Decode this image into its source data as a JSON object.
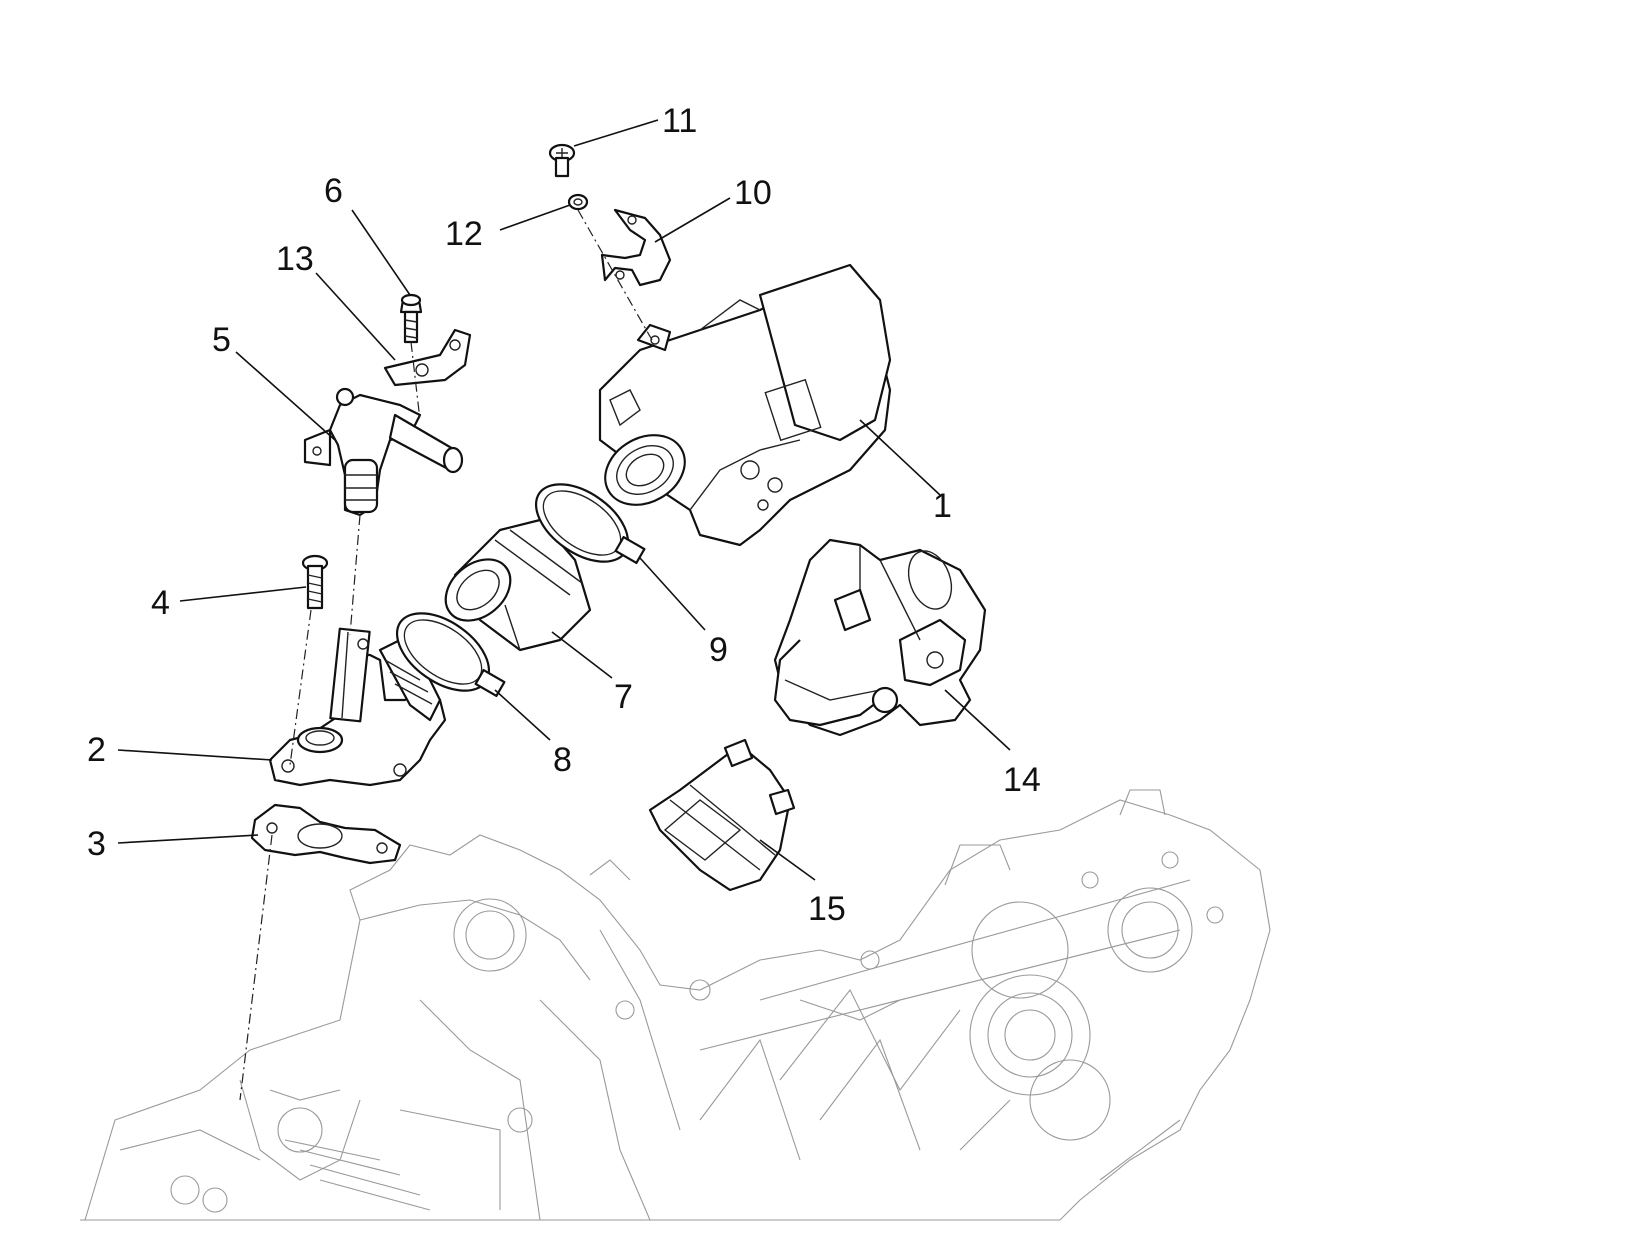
{
  "callouts": [
    {
      "id": "part-1",
      "label": "1"
    },
    {
      "id": "part-2",
      "label": "2"
    },
    {
      "id": "part-3",
      "label": "3"
    },
    {
      "id": "part-4",
      "label": "4"
    },
    {
      "id": "part-5",
      "label": "5"
    },
    {
      "id": "part-6",
      "label": "6"
    },
    {
      "id": "part-7",
      "label": "7"
    },
    {
      "id": "part-8",
      "label": "8"
    },
    {
      "id": "part-9",
      "label": "9"
    },
    {
      "id": "part-10",
      "label": "10"
    },
    {
      "id": "part-11",
      "label": "11"
    },
    {
      "id": "part-12",
      "label": "12"
    },
    {
      "id": "part-13",
      "label": "13"
    },
    {
      "id": "part-14",
      "label": "14"
    },
    {
      "id": "part-15",
      "label": "15"
    }
  ],
  "colors": {
    "line": "#111111",
    "engine_line": "#9a9a9a",
    "background": "#ffffff"
  }
}
